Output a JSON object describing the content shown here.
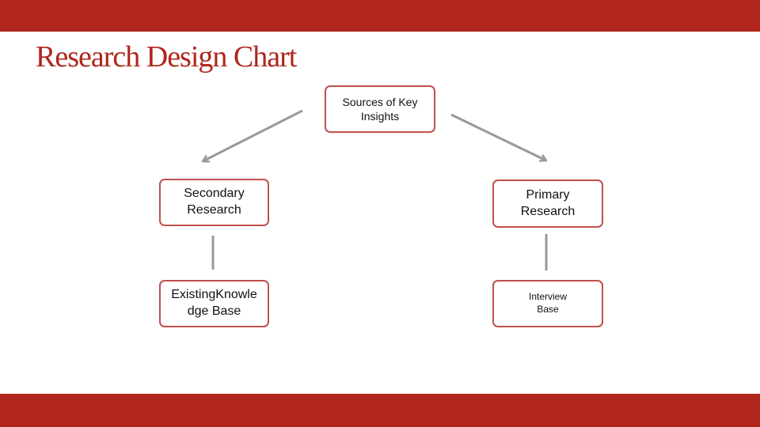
{
  "slide": {
    "title": "Research Design Chart",
    "accent_color": "#b0261c",
    "box_border_color": "#c0504d",
    "connector_color": "#999999"
  },
  "diagram": {
    "root": {
      "label": "Sources of Key Insights"
    },
    "secondary": {
      "label": "Secondary Research"
    },
    "primary": {
      "label": "Primary Research"
    },
    "existing": {
      "label": "ExistingKnowledge Base"
    },
    "interview": {
      "label": "Interview Base"
    }
  }
}
